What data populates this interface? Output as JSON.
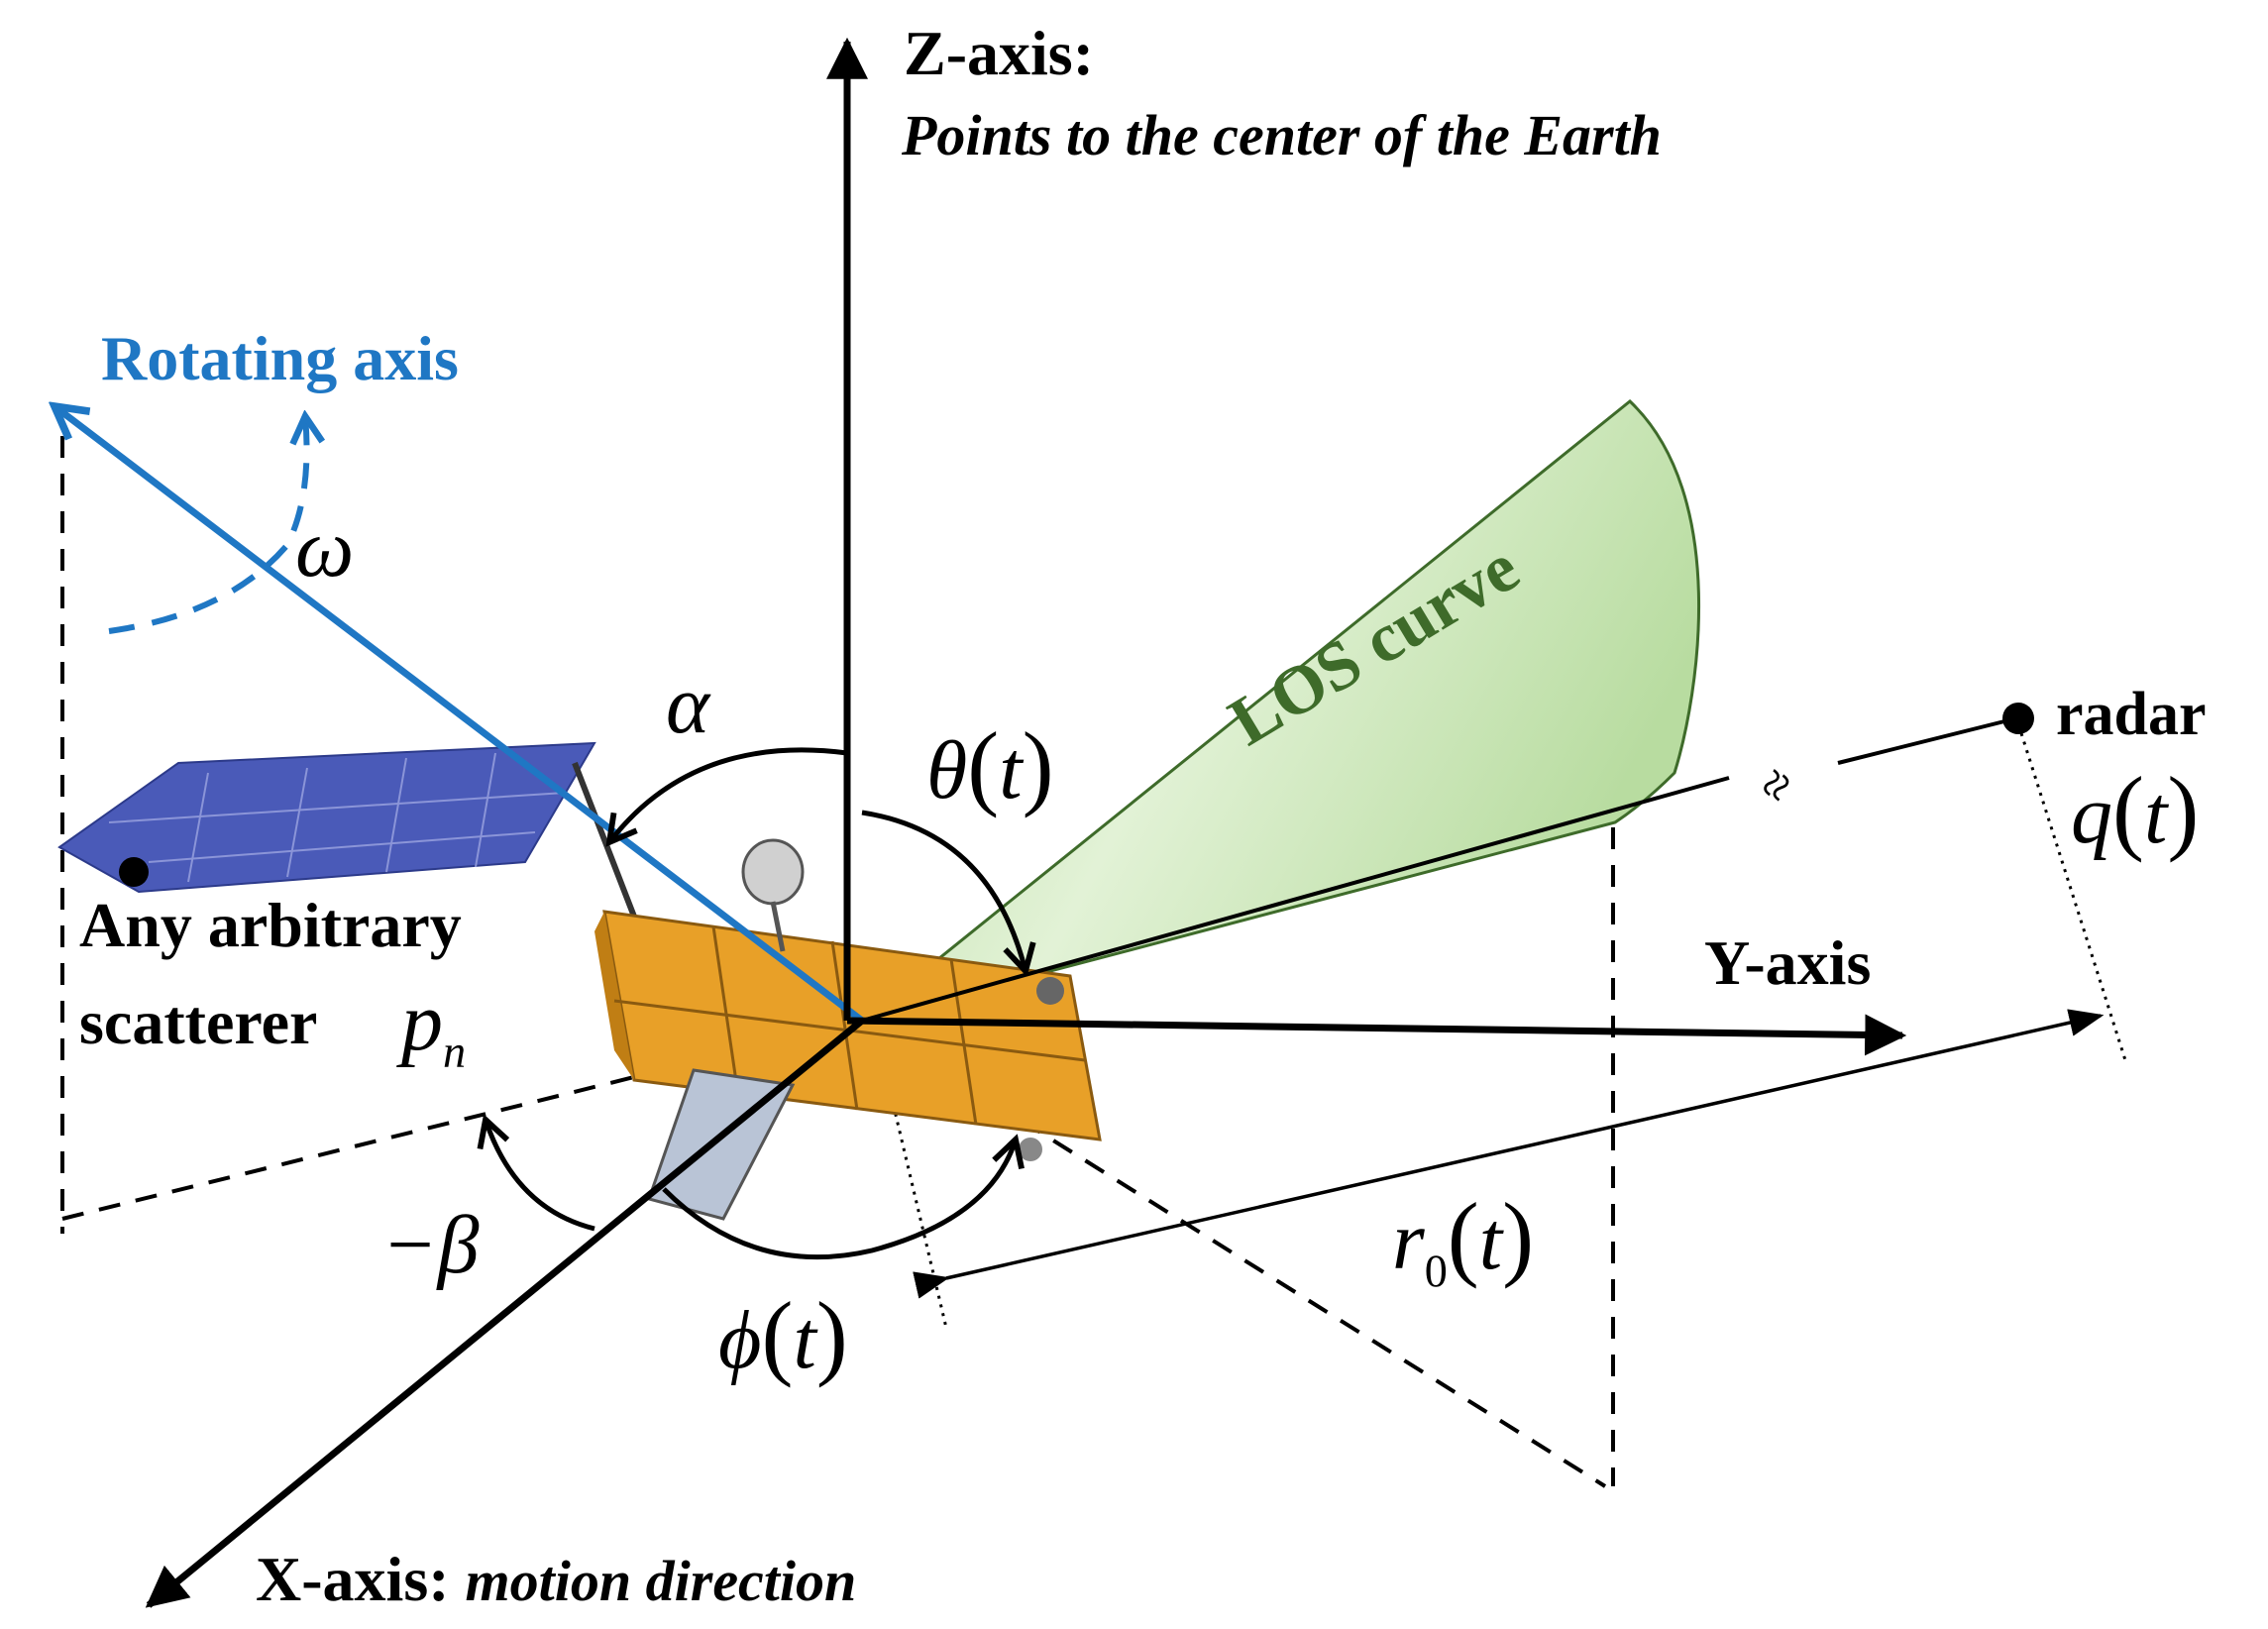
{
  "labels": {
    "z_axis": "Z-axis:",
    "z_axis_desc": "Points to the center of the Earth",
    "rotating_axis": "Rotating axis",
    "omega": "ω",
    "alpha": "α",
    "theta": "θ",
    "t": "t",
    "los_curve": "LOS curve",
    "radar": "radar",
    "q": "q",
    "y_axis": "Y-axis",
    "scatterer_line1": "Any arbitrary",
    "scatterer_line2": "scatterer",
    "p": "p",
    "p_sub": "n",
    "neg_beta": "−β",
    "phi": "ϕ",
    "r": "r",
    "r_sub": "0",
    "x_axis": "X-axis:",
    "x_axis_desc": "motion direction",
    "break_mark": "≈"
  },
  "colors": {
    "axis": "#000000",
    "rotating_axis": "#1f77c4",
    "los_fill": "#c9e6b2",
    "los_stroke": "#3e6b2a",
    "los_text": "#3e6b2a",
    "satellite_body": "#e8a028",
    "solar_panel": "#4a5ab8"
  },
  "icons": {
    "satellite": "satellite-icon"
  }
}
